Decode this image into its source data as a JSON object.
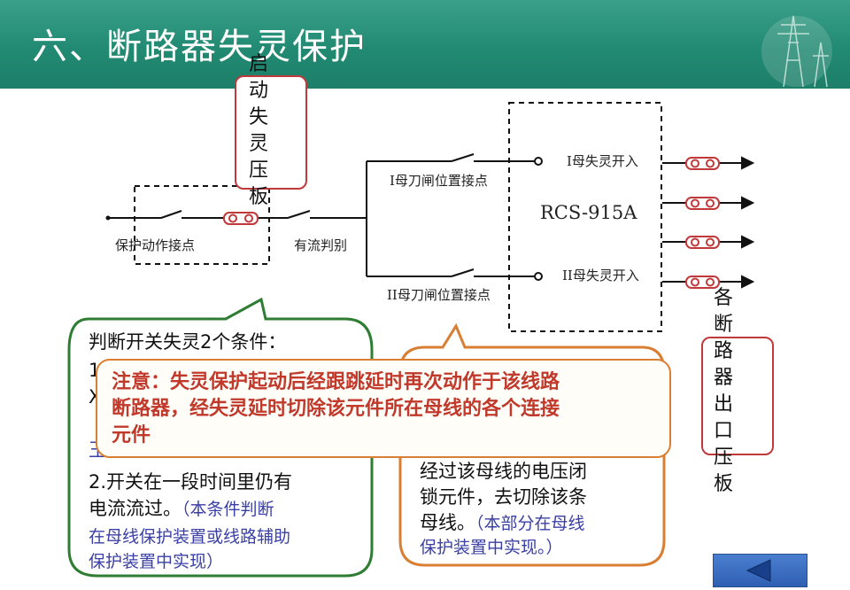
{
  "header": {
    "title": "六、断路器失灵保护"
  },
  "diagram": {
    "protection_contact": "保护动作接点",
    "current_detect": "有流判别",
    "bus1_knife": "I母刀闸位置接点",
    "bus2_knife": "II母刀闸位置接点",
    "device": "RCS-915A",
    "bus1_input": "I母失灵开入",
    "bus2_input": "II母失灵开入",
    "start_plate_chars": [
      "启",
      "动",
      "失",
      "灵",
      "压",
      "板"
    ],
    "outlet_plate_chars": [
      "各",
      "断",
      "路",
      "器",
      "出",
      "口",
      "压",
      "板"
    ]
  },
  "callout_left": {
    "title": "判断开关失灵2个条件：",
    "line1_partial": "1",
    "line2_partial": "X",
    "line3_partial": "王",
    "cond2_line1": "2.开关在一段时间里仍有",
    "cond2_line2": "电流流过。",
    "note1": "（本条件判断",
    "note2": "在母线保护装置或线路辅助",
    "note3": "保护装置中实现）"
  },
  "callout_right": {
    "line1": "经过该母线的电压闭",
    "line2": "锁元件，去切除该条",
    "line3": "母线。",
    "note1": "（本部分在母线",
    "note2": "保护装置中实现。）"
  },
  "note": {
    "line1": "注意：失灵保护起动后经跟跳延时再次动作于该线路",
    "line2": "断路器，经失灵延时切除该元件所在母线的各个连接",
    "line3": "元件"
  },
  "nav": {
    "back_icon": "triangle-left-icon"
  },
  "colors": {
    "header": "#228a72",
    "plate_border": "#c0393b",
    "note_text": "#c0392b",
    "note_border": "#d97f33",
    "callout_green": "#2e7d32"
  }
}
